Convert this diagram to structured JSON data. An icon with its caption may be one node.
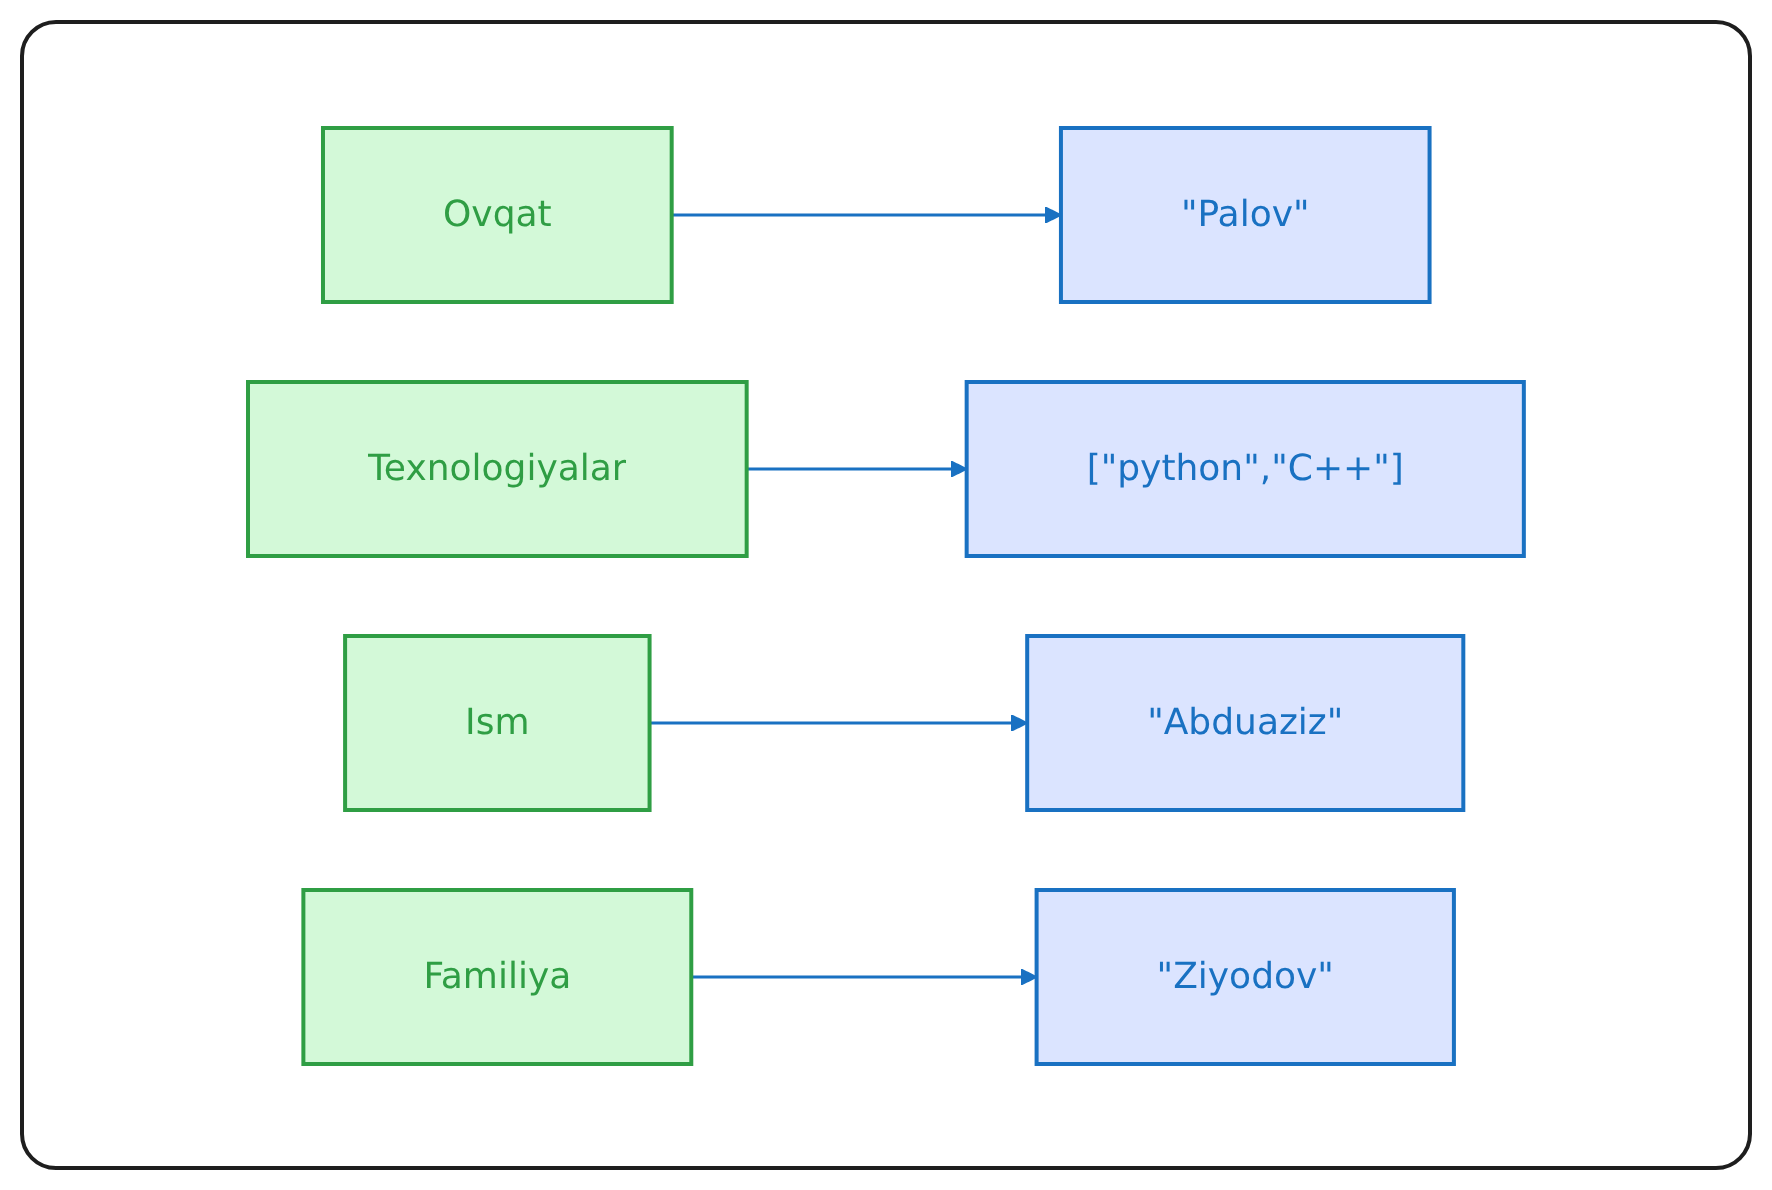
{
  "diagram": {
    "nodes": [
      {
        "text": [
          "Ovqat"
        ]
      },
      {
        "text": [
          "\"Palov\""
        ]
      },
      {
        "text": [
          "Texnologiyalar"
        ]
      },
      {
        "text": [
          "[\"python\",\"C++\"]"
        ]
      },
      {
        "text": [
          "Ism"
        ]
      },
      {
        "text": [
          "\"Abduaziz\""
        ]
      },
      {
        "text": [
          "Familiya"
        ]
      },
      {
        "text": [
          "\"Ziyodov\""
        ]
      }
    ],
    "edges": [
      {
        "from": 0,
        "to": 1,
        "arrow": "to"
      },
      {
        "from": 2,
        "to": 3,
        "arrow": "to"
      },
      {
        "from": 4,
        "to": 5,
        "arrow": "to"
      },
      {
        "from": 6,
        "to": 7,
        "arrow": "to"
      }
    ]
  }
}
